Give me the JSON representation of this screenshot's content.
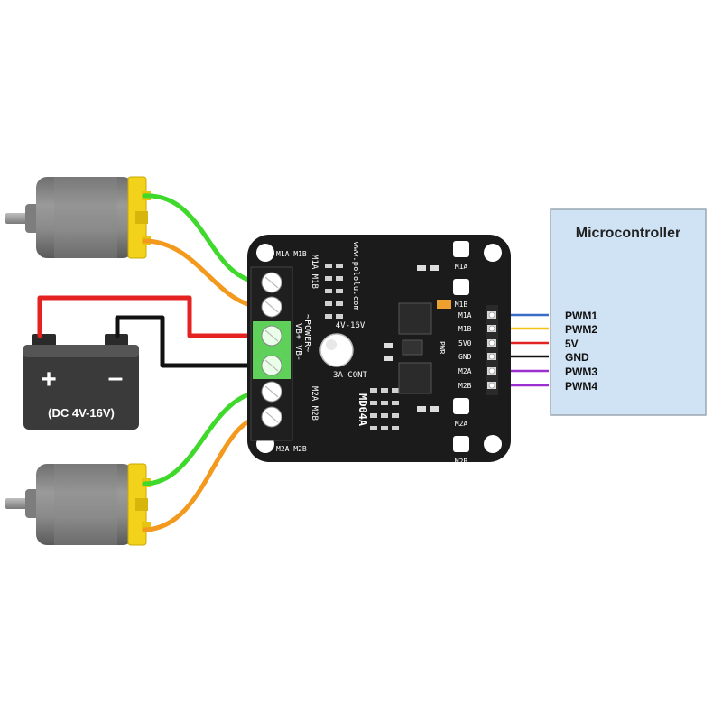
{
  "microcontroller": {
    "title": "Microcontroller",
    "pins": [
      "PWM1",
      "PWM2",
      "5V",
      "GND",
      "PWM3",
      "PWM4"
    ]
  },
  "battery": {
    "plus": "+",
    "minus": "–",
    "label": "(DC 4V-16V)"
  },
  "board": {
    "brand": "www.pololu.com",
    "model": "MD04A",
    "power_label": "~POWER~",
    "vin_label": "VB+ VB-",
    "rating_voltage": "4V-16V",
    "rating_current": "3A CONT",
    "pwr_label": "PWR",
    "m1_pins": "M1A M1B",
    "m2_pins": "M2A M2B",
    "header_labels": [
      "M1A",
      "M1B",
      "5V0",
      "GND",
      "M2A",
      "M2B"
    ],
    "pad_labels": [
      "M1A",
      "M1B",
      "M2A",
      "M2B"
    ],
    "top_labels": [
      "M1A",
      "M1B"
    ],
    "bottom_labels": [
      "M2A",
      "M2B"
    ]
  },
  "colors": {
    "wire_green": "#3ed92b",
    "wire_orange": "#f39a1e",
    "wire_red": "#e52222",
    "wire_black": "#111111",
    "wire_blue": "#3a6ec6",
    "wire_yellow": "#f0c419",
    "wire_purple": "#9b2fd0",
    "mcu_fill": "#cfe3f5",
    "mcu_stroke": "#9aa7b3",
    "terminal_green": "#5fd05a"
  }
}
